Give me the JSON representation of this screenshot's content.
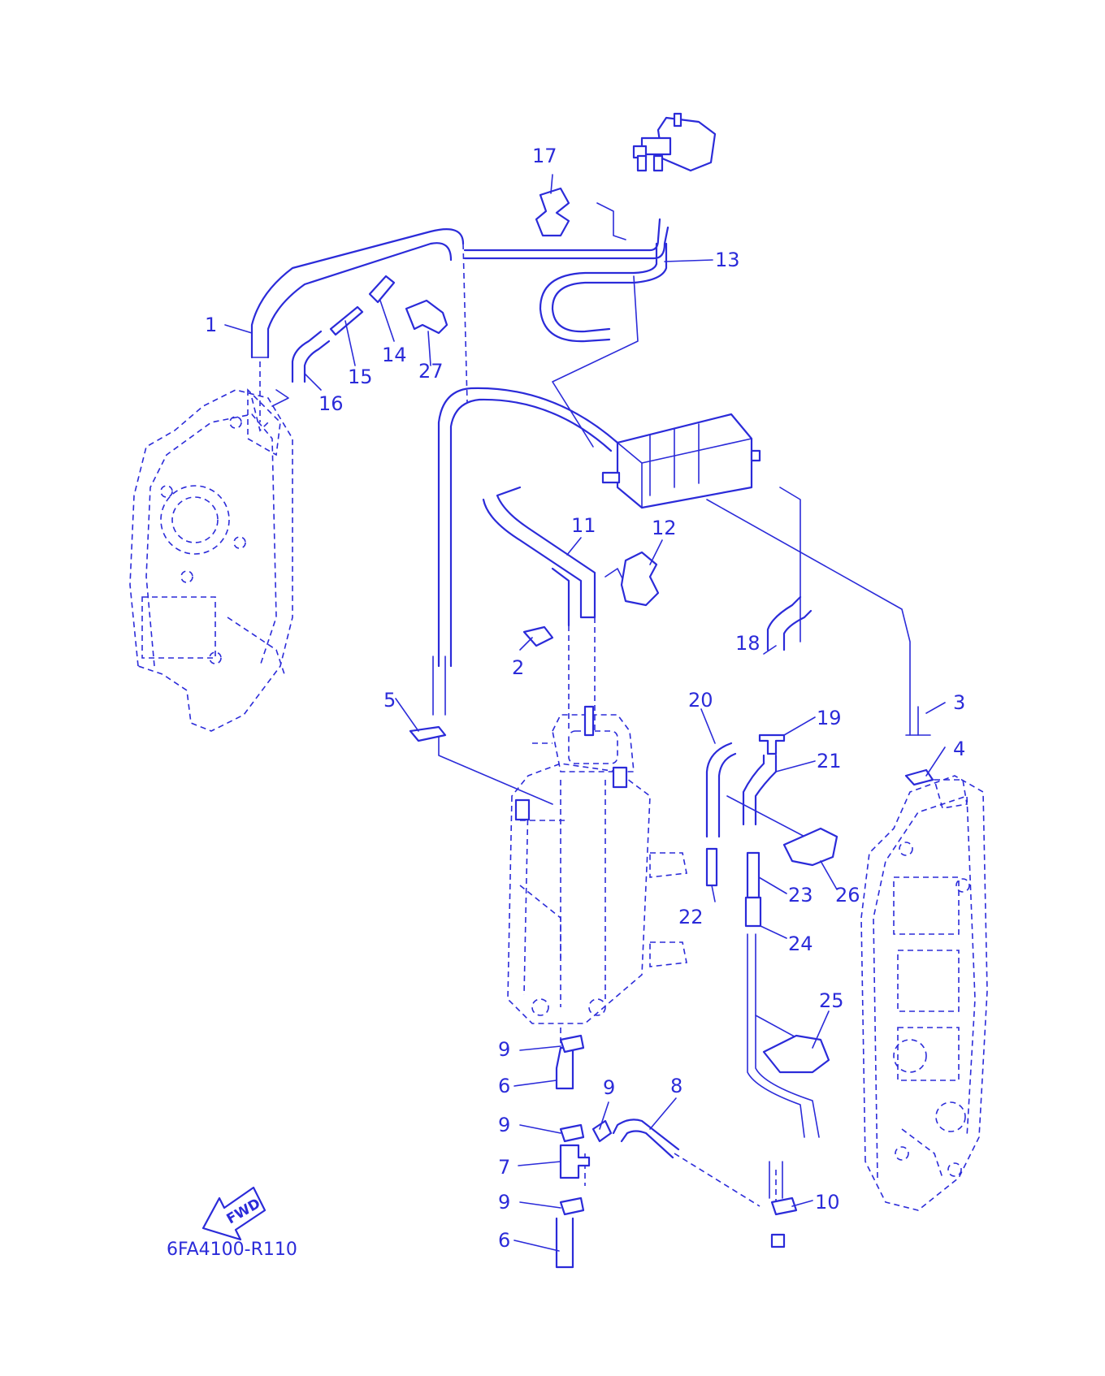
{
  "diagram": {
    "parts": [
      {
        "no": "1"
      },
      {
        "no": "2"
      },
      {
        "no": "3"
      },
      {
        "no": "4"
      },
      {
        "no": "5"
      },
      {
        "no": "6"
      },
      {
        "no": "6"
      },
      {
        "no": "7"
      },
      {
        "no": "8"
      },
      {
        "no": "9"
      },
      {
        "no": "9"
      },
      {
        "no": "9"
      },
      {
        "no": "9"
      },
      {
        "no": "10"
      },
      {
        "no": "11"
      },
      {
        "no": "12"
      },
      {
        "no": "13"
      },
      {
        "no": "14"
      },
      {
        "no": "15"
      },
      {
        "no": "16"
      },
      {
        "no": "17"
      },
      {
        "no": "18"
      },
      {
        "no": "19"
      },
      {
        "no": "20"
      },
      {
        "no": "21"
      },
      {
        "no": "22"
      },
      {
        "no": "23"
      },
      {
        "no": "24"
      },
      {
        "no": "25"
      },
      {
        "no": "26"
      },
      {
        "no": "27"
      }
    ],
    "fwd_label": "FWD",
    "drawing_code": "6FA4100-R110",
    "line_color": "#2b2bd9",
    "background_color": "#ffffff",
    "fwd_icon": "fwd-arrow-icon"
  }
}
